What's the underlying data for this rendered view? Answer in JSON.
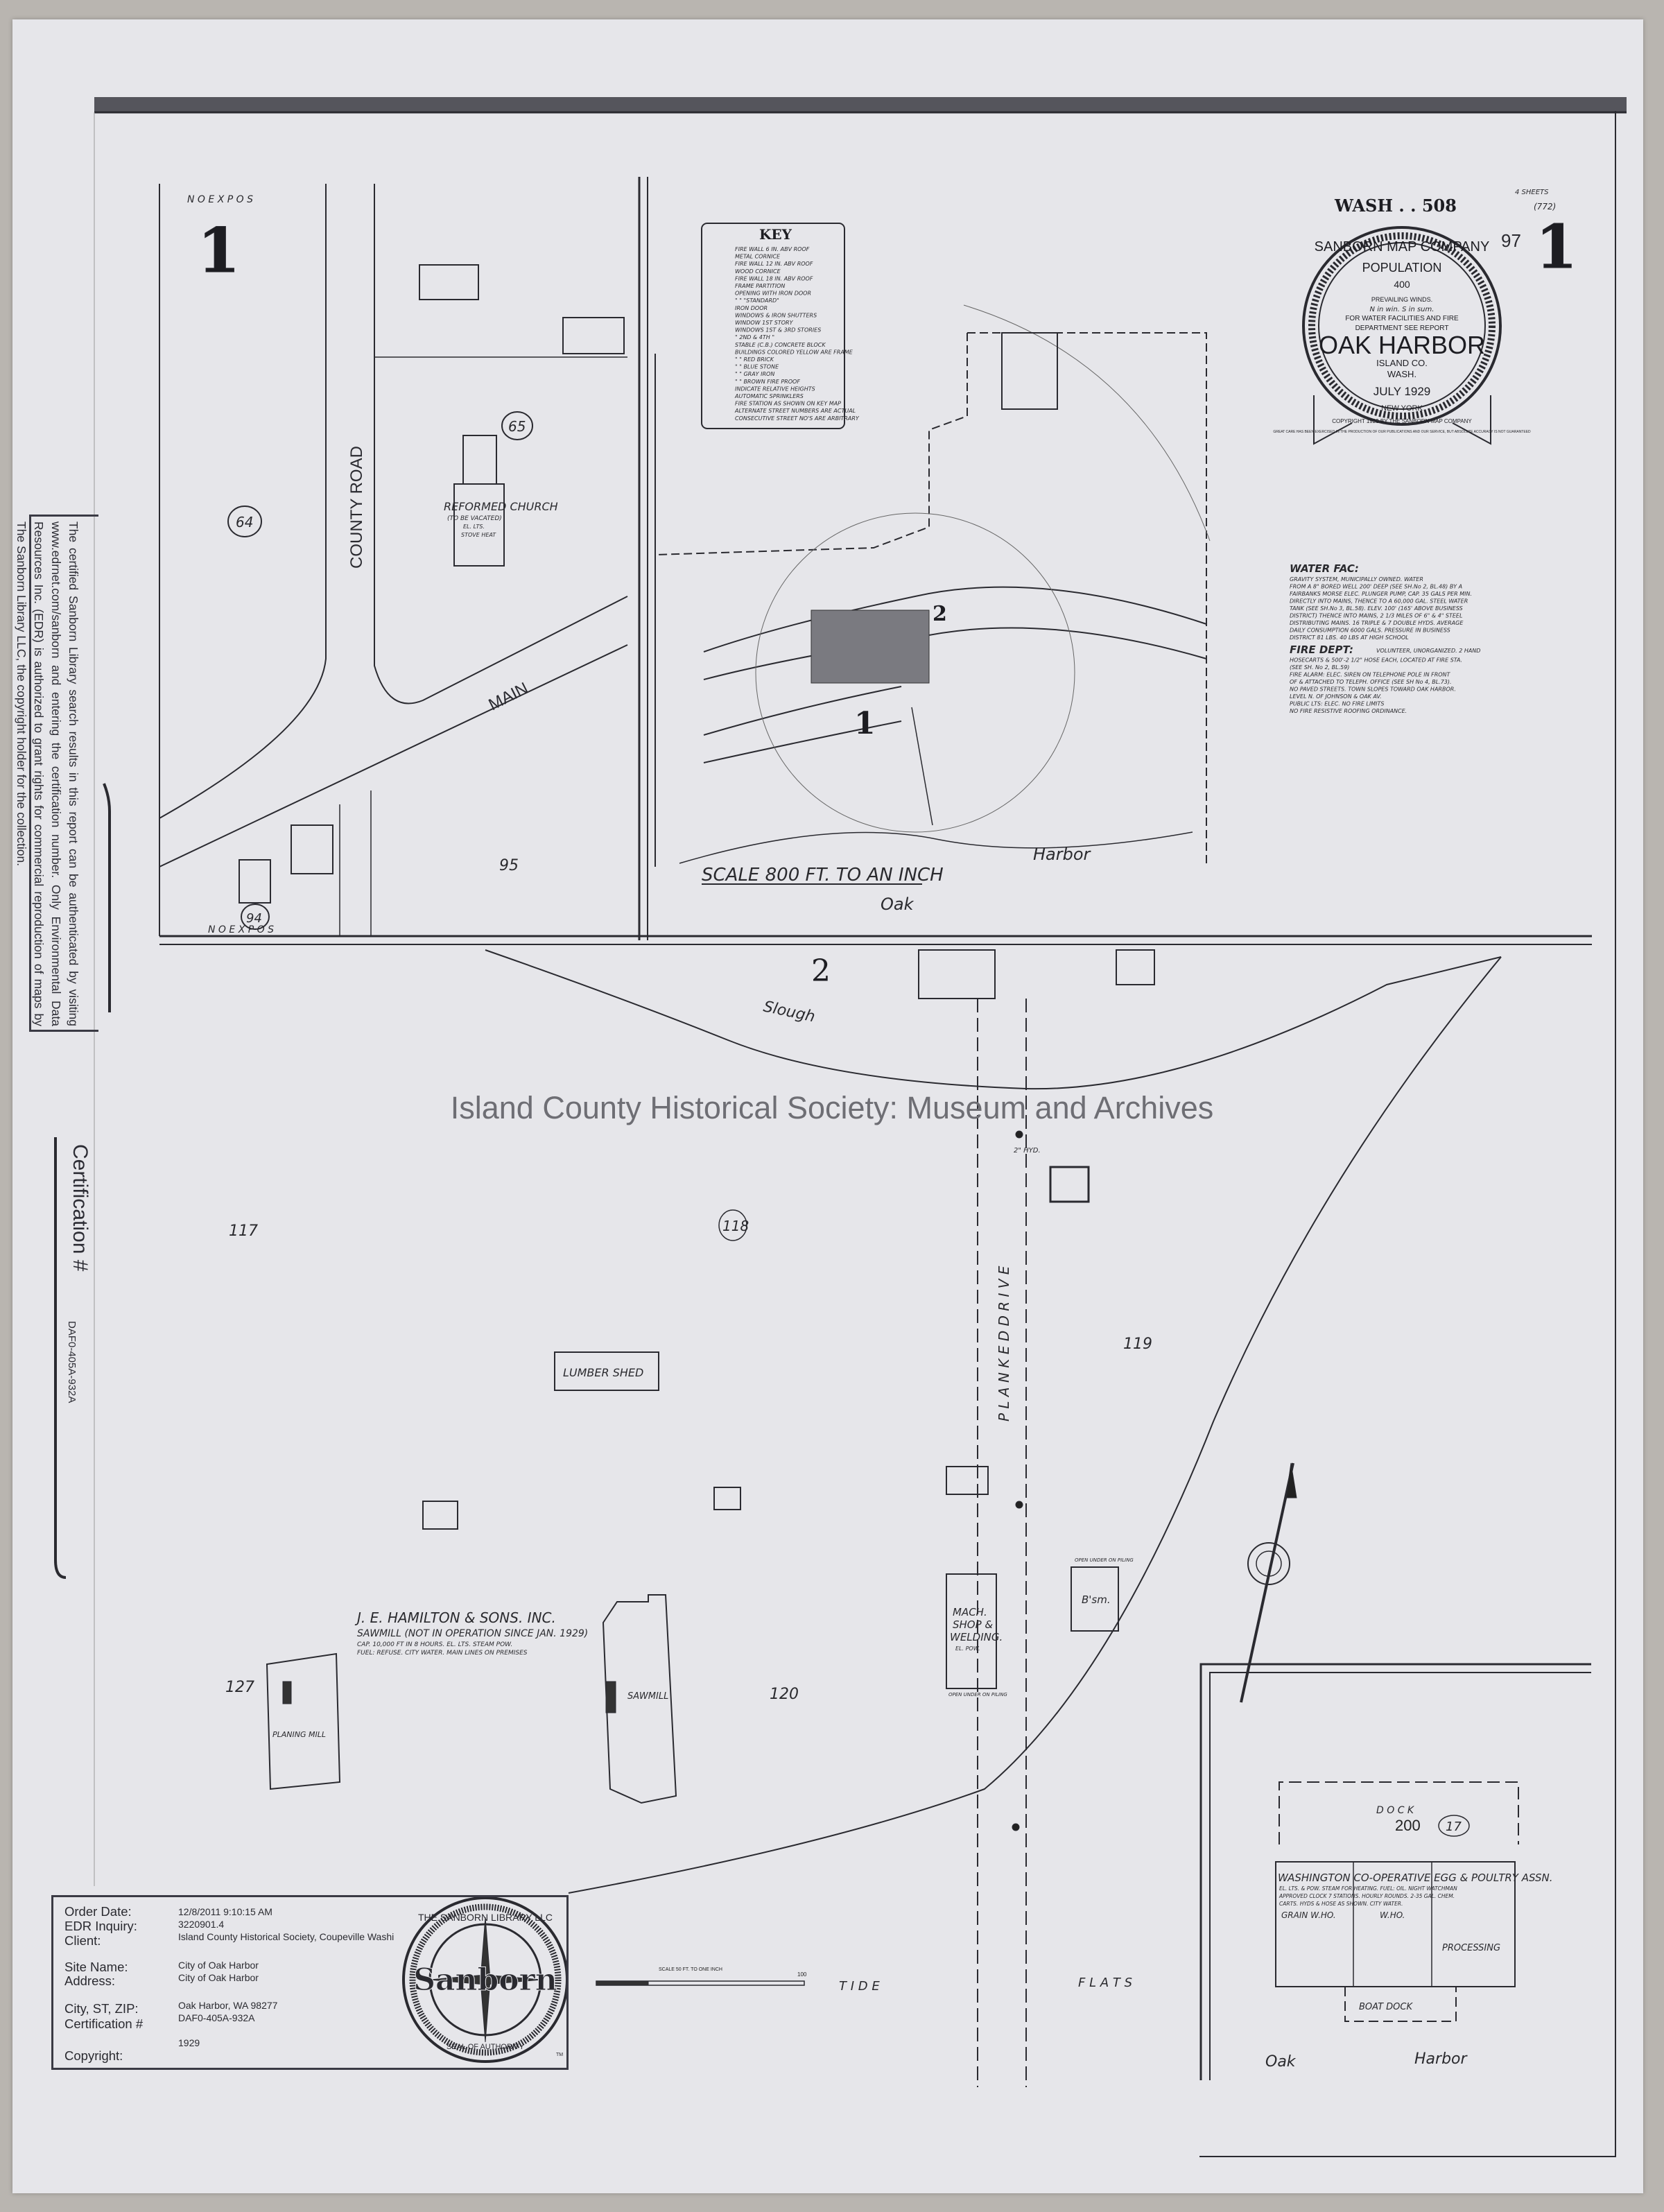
{
  "sheet": {
    "sheet_code": "WASH . . 508",
    "sheet_number": "1",
    "sheet_number_small": "97",
    "sheets_note": "4 SHEETS",
    "sheet_ref": "(772)",
    "section_1": "1",
    "section_2": "2"
  },
  "title_seal": {
    "company": "SANBORN MAP COMPANY",
    "population_label": "POPULATION",
    "population": "400",
    "winds_label": "PREVAILING WINDS.",
    "winds_value": "N in win. S in sum.",
    "water_note_1": "FOR WATER FACILITIES AND FIRE",
    "water_note_2": "DEPARTMENT SEE REPORT",
    "town": "OAK HARBOR",
    "county": "ISLAND CO.",
    "state": "WASH.",
    "date": "JULY 1929",
    "publisher_city": "NEW YORK",
    "copyright": "COPYRIGHT 1929 BY THE SANBORN MAP COMPANY",
    "disclaimer": "GREAT CARE HAS BEEN EXERCISED IN THE PRODUCTION OF OUR PUBLICATIONS AND OUR SERVICE, BUT ABSOLUTE ACCURACY IS NOT GUARANTEED"
  },
  "report": {
    "water_heading": "WATER FAC:",
    "water_lines": [
      "GRAVITY SYSTEM, MUNICIPALLY OWNED. WATER",
      "FROM A 8\" BORED WELL 200' DEEP (SEE SH.No 2, BL.48) BY A",
      "FAIRBANKS MORSE ELEC. PLUNGER PUMP, CAP. 35 GALS PER MIN.",
      "DIRECTLY INTO MAINS, THENCE TO A 60,000 GAL. STEEL WATER",
      "TANK (SEE SH.No 3, BL.58). ELEV. 100' (165' ABOVE BUSINESS",
      "DISTRICT) THENCE INTO MAINS, 2 1/3 MILES OF 6\" & 4\" STEEL",
      "DISTRIBUTING MAINS. 16 TRIPLE & 7 DOUBLE HYDS. AVERAGE",
      "DAILY CONSUMPTION 6000 GALS. PRESSURE IN BUSINESS",
      "DISTRICT 81 LBS. 40 LBS AT HIGH SCHOOL"
    ],
    "fire_heading": "FIRE DEPT:",
    "fire_lines": [
      "VOLUNTEER, UNORGANIZED. 2 HAND",
      "HOSECARTS & 500'-2 1/2\" HOSE EACH, LOCATED AT FIRE STA.",
      "(SEE SH. No 2, BL.59)",
      "FIRE ALARM: ELEC. SIREN ON TELEPHONE POLE IN FRONT",
      "OF & ATTACHED TO TELEPH. OFFICE (SEE SH No 4, BL.73).",
      "NO PAVED STREETS. TOWN SLOPES TOWARD OAK HARBOR.",
      "LEVEL N. OF JOHNSON & OAK AV.",
      "PUBLIC LTS: ELEC. NO FIRE LIMITS",
      "NO FIRE RESISTIVE ROOFING ORDINANCE."
    ]
  },
  "key": {
    "title": "KEY",
    "items": [
      "FIRE WALL 6 IN. ABV ROOF",
      "METAL CORNICE",
      "FIRE WALL 12 IN. ABV ROOF",
      "WOOD CORNICE",
      "FIRE WALL 18 IN. ABV ROOF",
      "FRAME PARTITION",
      "OPENING WITH IRON DOOR",
      "\"     \"  \"STANDARD\"",
      "IRON DOOR",
      "WINDOWS & IRON SHUTTERS",
      "WINDOW 1ST STORY",
      "WINDOWS 1ST & 3RD STORIES",
      "\"   2ND & 4TH   \"",
      "STABLE (C.B.) CONCRETE BLOCK",
      "BUILDINGS COLORED YELLOW ARE FRAME",
      "\"  \"  RED  BRICK",
      "\"  \"  BLUE  STONE",
      "\"  \"  GRAY  IRON",
      "\"  \"  BROWN  FIRE PROOF",
      "INDICATE RELATIVE HEIGHTS",
      "AUTOMATIC SPRINKLERS",
      "FIRE STATION AS SHOWN ON KEY MAP",
      "ALTERNATE STREET NUMBERS ARE ACTUAL",
      "CONSECUTIVE STREET NO'S ARE ARBITRARY"
    ]
  },
  "map_labels": {
    "county_road": "COUNTY ROAD",
    "main": "MAIN",
    "no_exposure": "N O   E X P O S",
    "reformed_church": "REFORMED CHURCH",
    "reformed_church_note": "(TO BE VACATED)",
    "reformed_church_lts": "EL. LTS.",
    "reformed_church_heat": "STOVE HEAT",
    "block_numbers": [
      "64",
      "65",
      "94",
      "95",
      "117",
      "118",
      "119",
      "120",
      "127"
    ],
    "inset_scale": "SCALE 800 FT. TO AN INCH",
    "oak": "Oak",
    "harbor": "Harbor",
    "slough": "Slough",
    "planked_drive": "P L A N K E D   D R I V E",
    "lumber_shed": "LUMBER  SHED",
    "hamilton": "J. E. HAMILTON & SONS. INC.",
    "sawmill_title": "SAWMILL (NOT IN OPERATION SINCE JAN. 1929)",
    "sawmill_cap": "CAP. 10,000 FT IN 8 HOURS. EL. LTS. STEAM POW.",
    "sawmill_fuel": "FUEL: REFUSE. CITY WATER. MAIN LINES ON PREMISES",
    "sawmill": "SAWMILL",
    "planing_mill": "PLANING MILL",
    "mach_shop": [
      "MACH.",
      "SHOP &",
      "WELDING."
    ],
    "mach_shop_pow": "EL. POW.",
    "bksm": "B'sm.",
    "open_under": "OPEN UNDER ON PILING",
    "hydrant": "2\" HYD.",
    "tide": "T I D E",
    "flats": "F L A T S",
    "dock": "D O C K",
    "dock_number": "200",
    "dock_height": "17",
    "washington_coop": "WASHINGTON CO-OPERATIVE EGG & POULTRY ASSN.",
    "coop_note_1": "EL. LTS. & POW. STEAM FOR HEATING. FUEL: OIL. NIGHT WATCHMAN",
    "coop_note_2": "APPROVED CLOCK 7 STATIONS. HOURLY ROUNDS. 2-35 GAL. CHEM.",
    "coop_note_3": "CARTS. HYDS & HOSE AS SHOWN. CITY WATER.",
    "grain_wh": "GRAIN W.HO.",
    "wh": "W.HO.",
    "processing": "PROCESSING",
    "boat_dock": "BOAT  DOCK",
    "scale_bar": "SCALE 50 FT. TO ONE INCH",
    "scale_end": "100"
  },
  "watermark": "Island County Historical Society: Museum and Archives",
  "certification_notice": "The certified Sanborn Library search results in this report can be authenticated by visiting www.edrnet.com/sanborn and entering the certification number. Only Environmental Data Resources Inc. (EDR) is authorized to grant rights for commercial reproduction of maps by The Sanborn Library LLC, the copyright holder for the collection.",
  "certification_side": {
    "label": "Certification #",
    "number": "DAF0-405A-932A"
  },
  "order_info": {
    "labels": [
      "Order Date:",
      "EDR Inquiry:",
      "Client:",
      "Site Name:",
      "Address:",
      "City, ST, ZIP:",
      "Certification #",
      "Copyright:"
    ],
    "order_date": "12/8/2011 9:10:15 AM",
    "edr_inquiry": "3220901.4",
    "client": "Island County Historical Society, Coupeville Washi",
    "site_name": "City of Oak Harbor",
    "address": "City of Oak Harbor",
    "city_st_zip": "Oak Harbor, WA 98277",
    "certification": "DAF0-405A-932A",
    "copyright": "1929"
  },
  "library_seal": {
    "top": "THE SANBORN LIBRARY LLC",
    "center": "Sanborn",
    "bottom": "SEAL OF AUTHORITY",
    "tm": "TM"
  },
  "colors": {
    "paper": "#e6e6ea",
    "ink": "#2a2a30",
    "watermark": "#6e6e74",
    "background": "#b9b5b0"
  }
}
